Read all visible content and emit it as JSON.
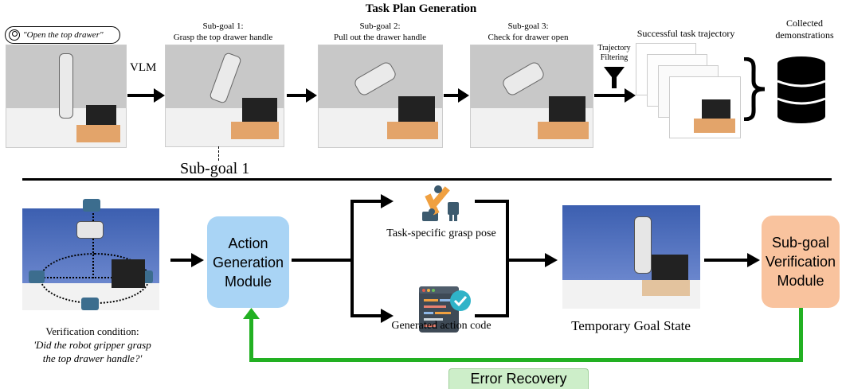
{
  "top": {
    "title": "Task Plan Generation",
    "instruction": "\"Open the top drawer\"",
    "vlm_label": "VLM",
    "subgoals": [
      {
        "title": "Sub-goal 1:",
        "desc": "Grasp the top drawer handle"
      },
      {
        "title": "Sub-goal 2:",
        "desc": "Pull out the drawer handle"
      },
      {
        "title": "Sub-goal 3:",
        "desc": "Check for drawer open"
      }
    ],
    "filter_label_1": "Trajectory",
    "filter_label_2": "Filtering",
    "successful_label": "Successful task trajectory",
    "collected_label_1": "Collected",
    "collected_label_2": "demonstrations",
    "subgoal1_callout": "Sub-goal 1"
  },
  "bottom": {
    "verification_title": "Verification condition:",
    "verification_q1": "'Did the robot gripper grasp",
    "verification_q2": "the top drawer handle?'",
    "action_module": [
      "Action",
      "Generation",
      "Module"
    ],
    "grasp_pose": "Task-specific grasp pose",
    "action_code": "Generated action code",
    "temp_goal": "Temporary Goal State",
    "verify_module": [
      "Sub-goal",
      "Verification",
      "Module"
    ],
    "error_recovery": "Error Recovery"
  },
  "colors": {
    "action_module_bg": "#a9d4f5",
    "verify_module_bg": "#f9c39e",
    "error_bg": "#cdeec9",
    "green_arrow": "#22b022"
  }
}
